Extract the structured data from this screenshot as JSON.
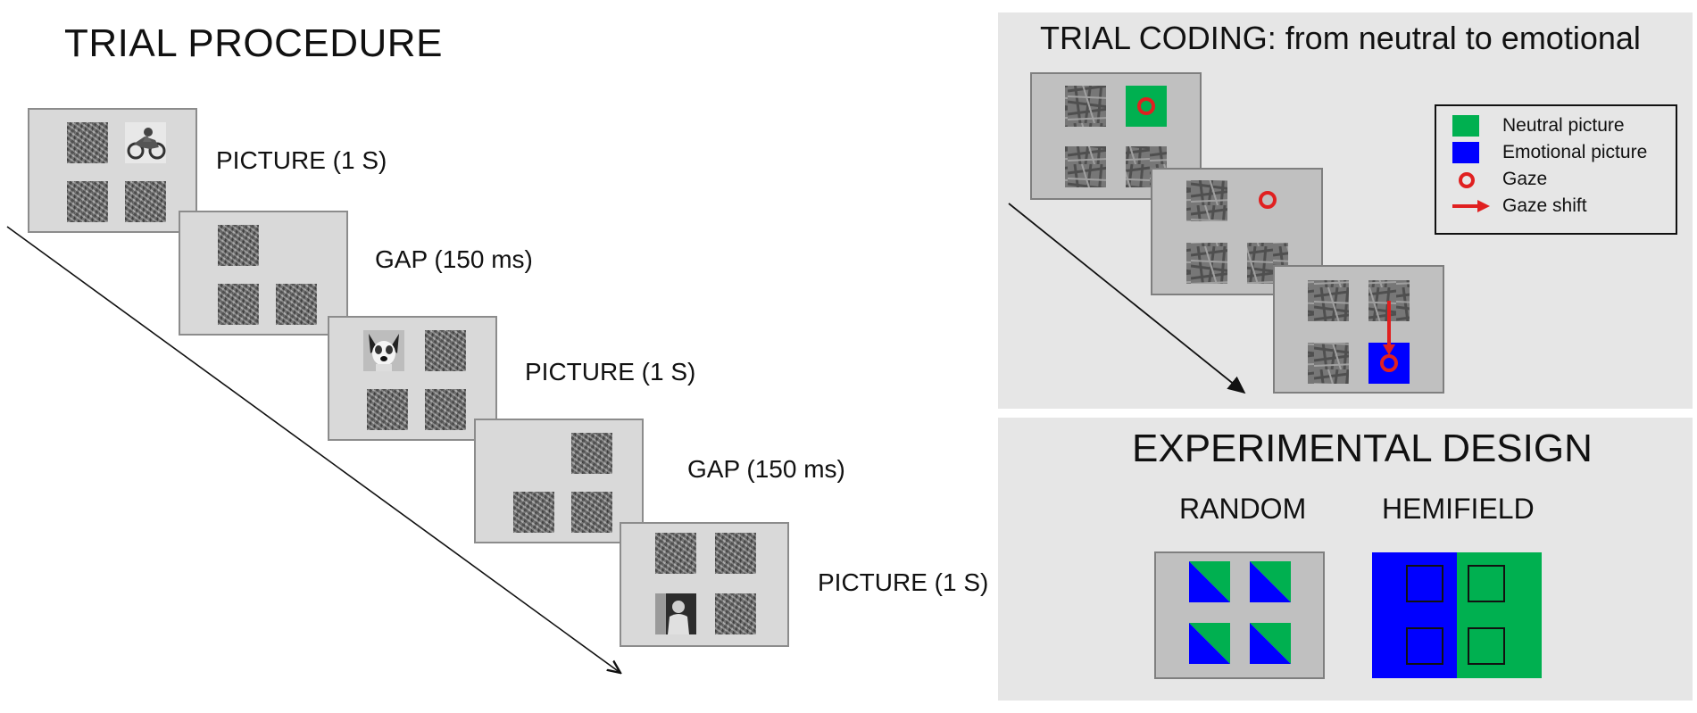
{
  "left": {
    "title": "TRIAL PROCEDURE",
    "steps": [
      {
        "label": "PICTURE (1 S)"
      },
      {
        "label": "GAP (150 ms)"
      },
      {
        "label": "PICTURE (1 S)"
      },
      {
        "label": "GAP (150 ms)"
      },
      {
        "label": "PICTURE (1 S)"
      }
    ]
  },
  "coding": {
    "title": "TRIAL CODING: from neutral to emotional",
    "legend": [
      {
        "label": "Neutral picture",
        "icon": "green-square-icon"
      },
      {
        "label": "Emotional picture",
        "icon": "blue-square-icon"
      },
      {
        "label": "Gaze",
        "icon": "red-circle-icon"
      },
      {
        "label": "Gaze shift",
        "icon": "red-arrow-icon"
      }
    ]
  },
  "design": {
    "title": "EXPERIMENTAL DESIGN",
    "conditions": [
      {
        "label": "RANDOM"
      },
      {
        "label": "HEMIFIELD"
      }
    ]
  },
  "colors": {
    "neutral": "#00b050",
    "emotional": "#0000ff",
    "gaze": "#e02020",
    "panel": "#e6e6e6",
    "screen": "#d9d9d9",
    "screen_gray": "#bfbfbf"
  }
}
